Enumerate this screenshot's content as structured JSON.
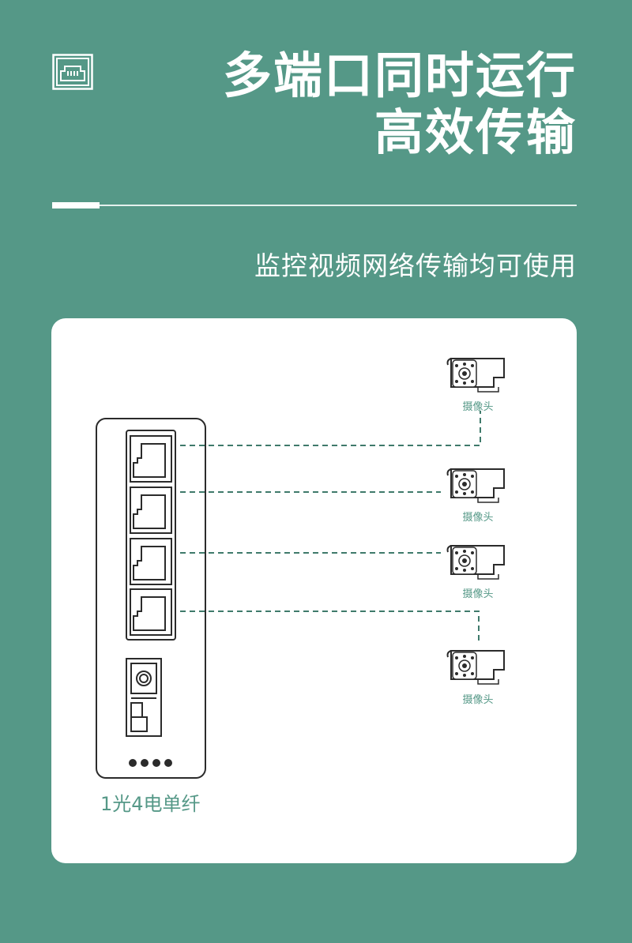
{
  "header": {
    "title_line1": "多端口同时运行",
    "title_line2": "高效传输",
    "subtitle": "监控视频网络传输均可使用"
  },
  "icons": [
    "ethernet-port-icon",
    "camera-icon"
  ],
  "diagram": {
    "device_label": "1光4电单纤",
    "cameras": [
      {
        "label": "摄像头"
      },
      {
        "label": "摄像头"
      },
      {
        "label": "摄像头"
      },
      {
        "label": "摄像头"
      }
    ]
  },
  "colors": {
    "background": "#559887",
    "panel": "#ffffff",
    "line": "#3f7a6b",
    "outline": "#2b2b2b"
  }
}
